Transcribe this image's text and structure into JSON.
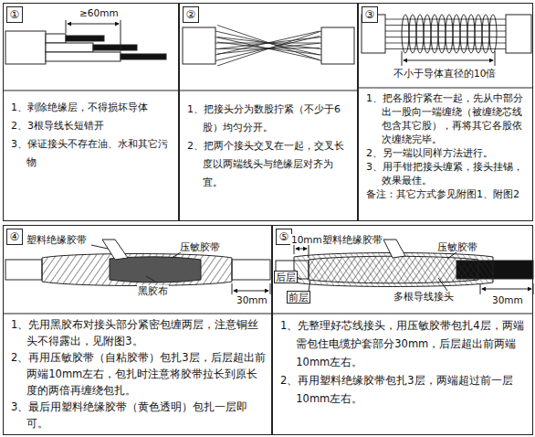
{
  "diagram": {
    "nodes": [
      {
        "text": [
          "①",
          "1、剥除绝缘层，不得损坏导体",
          "2、3根导线长短错开",
          "3、保证接头不存在油、水和其它污物"
        ]
      },
      {
        "text": [
          "②",
          "1、把接头分为数股拧紧（不少于6股）均匀分开。",
          "2、把两个接头交叉在一起，交叉长度以两端线头与绝缘层对齐为宜。"
        ]
      },
      {
        "text": [
          "③",
          "1、把各股拧紧在一起，先从中部分出一股向一端缠绕（被缠绕芯线包含其它股），再将其它各股依次缠绕完毕。",
          "2、另一端以同样方法进行。",
          "3、用手钳把接头缠紧，接头挂锡，效果最佳。",
          "备注：其它方式参见附图1、附图2"
        ]
      },
      {
        "text": [
          "④",
          "1、先用黑胶布对接头部分紧密包缠两层，注意铜丝头不得露出，见附图3。",
          "2、再用压敏胶带（自粘胶带）包扎3层，后层超出前两端10mm左右，包扎时注意将胶带拉长到原长度的两倍再缠绕包扎。",
          "3、最后用塑料绝缘胶带（黄色透明）包扎一层即可。"
        ]
      },
      {
        "text": [
          "⑤",
          "1、先整理好芯线接头，用压敏胶带包扎4层，两端需包住电缆护套部分30mm，后层超出前两端10mm左右。",
          "2、再用塑料绝缘胶带包扎3层，两端超过前一层10mm左右。"
        ]
      }
    ],
    "labels": [
      "≥60mm",
      "不小于导体直径的10倍",
      "塑料绝缘胶带",
      "压敏胶带",
      "黑胶布",
      "30mm",
      "10mm",
      "塑料绝缘胶带",
      "压敏胶带",
      "后层",
      "前层",
      "多根导线接头",
      "30mm"
    ]
  }
}
